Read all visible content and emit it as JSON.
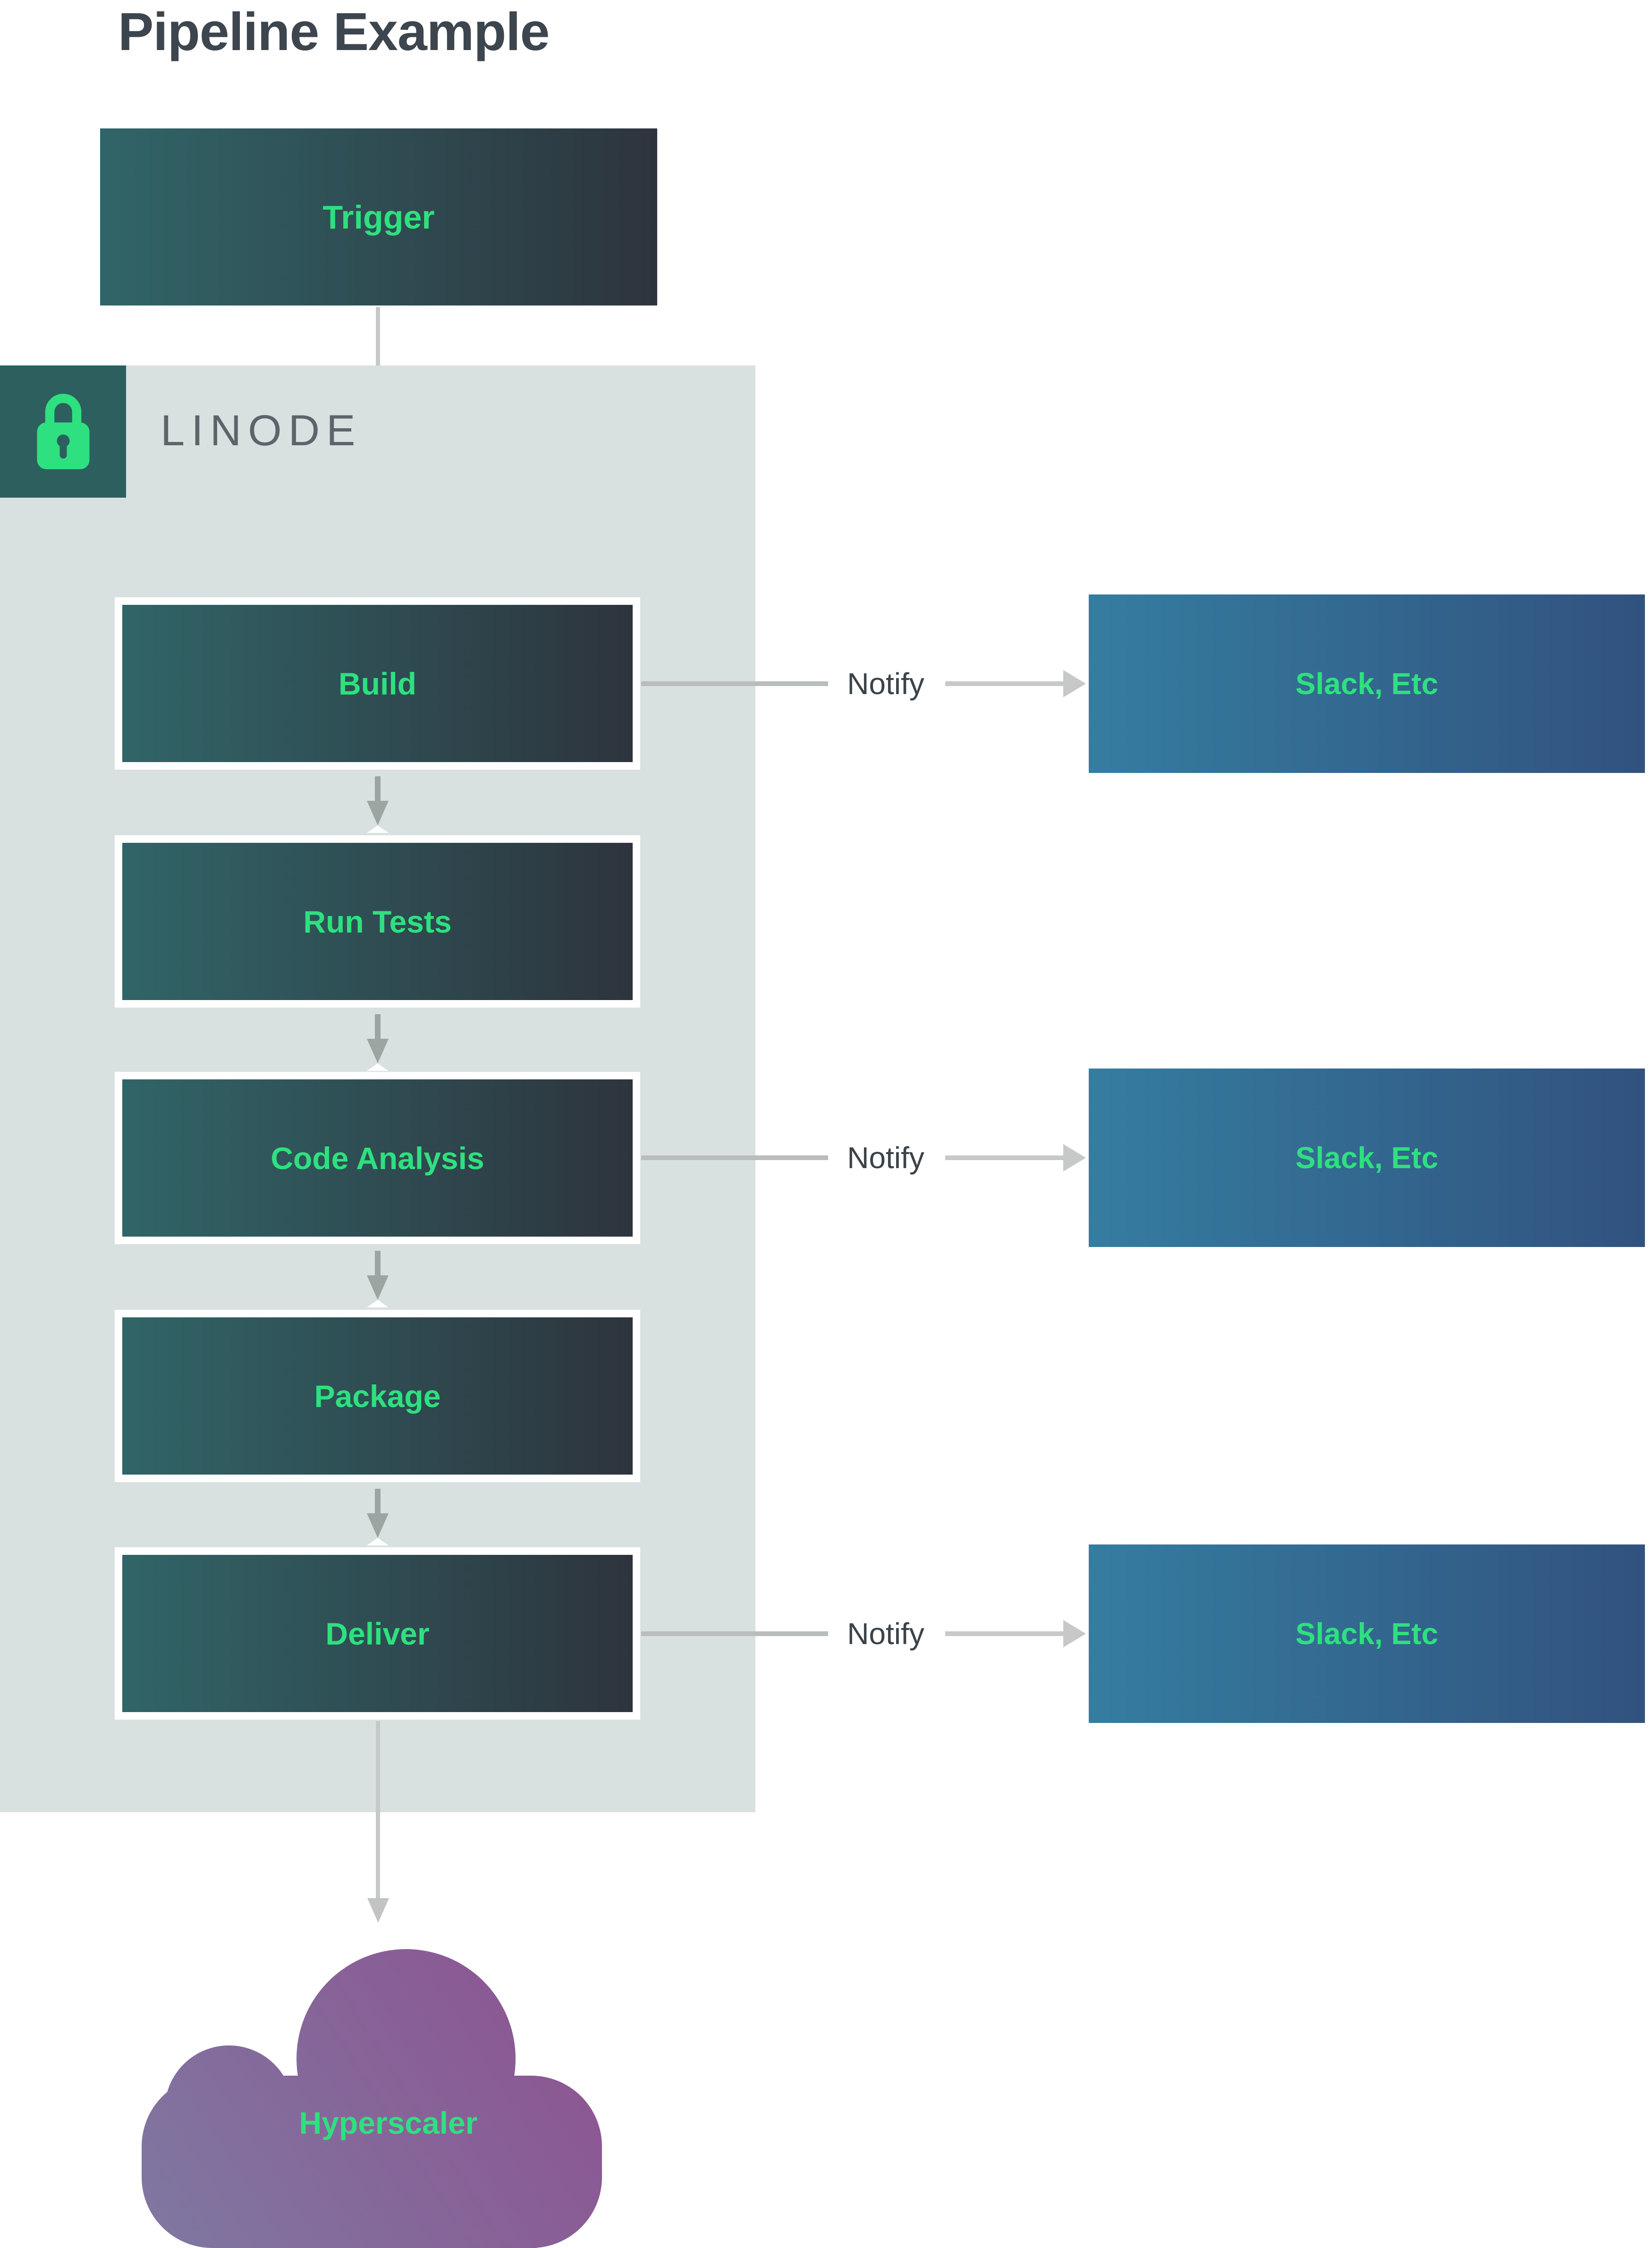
{
  "title": "Pipeline Example",
  "trigger": {
    "label": "Trigger"
  },
  "linode": {
    "label": "LINODE",
    "icon": "lock-icon"
  },
  "stages": [
    {
      "label": "Build",
      "notify": true
    },
    {
      "label": "Run Tests",
      "notify": false
    },
    {
      "label": "Code Analysis",
      "notify": true
    },
    {
      "label": "Package",
      "notify": false
    },
    {
      "label": "Deliver",
      "notify": true
    }
  ],
  "labels": {
    "notify": "Notify",
    "notification_target": "Slack, Etc"
  },
  "hyperscaler": {
    "label": "Hyperscaler"
  },
  "colors": {
    "accent_green": "#2ee07f",
    "title_color": "#3d454e",
    "stage_gradient_left": "#306568",
    "stage_gradient_right": "#2e343d",
    "slack_gradient_left": "#357da1",
    "slack_gradient_right": "#31527e",
    "cloud_gradient_left": "#7f78a1",
    "cloud_gradient_right": "#8e5191",
    "linode_container_bg": "#d9e0e0",
    "lock_tile_bg": "#2c5f5e",
    "linode_text_color": "#5e656a",
    "flow_arrow_gray": "#c7c9c9",
    "stage_arrow_gray": "#9ba5a2"
  }
}
